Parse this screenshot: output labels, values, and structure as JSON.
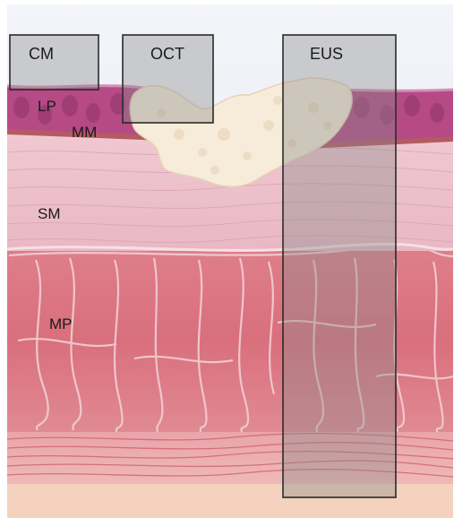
{
  "figure": {
    "layers": {
      "lp": "LP",
      "mm": "MM",
      "sm": "SM",
      "mp": "MP"
    },
    "modalities": {
      "cm": "CM",
      "oct": "OCT",
      "eus": "EUS"
    }
  },
  "colors": {
    "background_sky": "#e6eaf4",
    "mucosa_purple": "#b54a86",
    "submucosa": "#edc1cd",
    "muscularis": "#d8737f",
    "tumor": "#f7ecd9",
    "box_fill": "#8a8a8a",
    "box_stroke": "#2a2a2a"
  }
}
